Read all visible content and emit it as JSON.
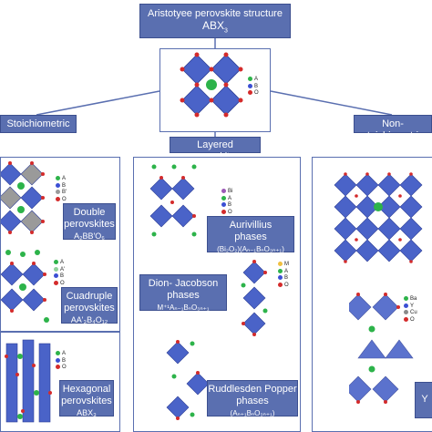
{
  "title": {
    "line1": "Aristotyee perovskite structure",
    "line2": "ABX",
    "line2_sub": "3"
  },
  "categories": {
    "stoichiometric": "Stoichiometric",
    "layered": "Layered perovskites",
    "non_stoichiometric": "Non-stoichiometric"
  },
  "top_legend": [
    {
      "label": "A",
      "color": "#2db34a"
    },
    {
      "label": "B",
      "color": "#3b4fd4"
    },
    {
      "label": "O",
      "color": "#d42b2b"
    }
  ],
  "boxes": {
    "double": {
      "l1": "Double",
      "l2": "perovskites",
      "l3": "A₂BB'O₆"
    },
    "quadruple": {
      "l1": "Cuadruple",
      "l2": "perovskites",
      "l3": "AA'₃B₄O₁₂"
    },
    "hexagonal": {
      "l1": "Hexagonal",
      "l2": "perovskites",
      "l3": "ABX₃"
    },
    "aurivillius": {
      "l1": "Aurivillius",
      "l2": "phases",
      "l3": "(Bi₂O₂)(Aₙ₋₁BₙO₃ₙ₊₁)"
    },
    "dion": {
      "l1": "Dion- Jacobson",
      "l2": "phases",
      "l3": "M⁺¹Aₙ₋₁BₙO₃ₙ₊₁"
    },
    "ruddlesden": {
      "l1": "Ruddlesden Popper",
      "l2": "phases",
      "l3": "(Aₙ₊₁BₙO₃ₙ₊₁)"
    },
    "nonstoich": {
      "l1": "Y"
    }
  },
  "legends": {
    "double": [
      "A",
      "B",
      "B'",
      "O"
    ],
    "quadruple": [
      "A",
      "A'",
      "B",
      "O"
    ],
    "hexagonal": [
      "A",
      "B",
      "O"
    ],
    "aurivillius": [
      "Bi",
      "A",
      "B",
      "O"
    ],
    "dion": [
      "M",
      "A",
      "B",
      "O"
    ],
    "nonstoich": [
      "Ba",
      "Y",
      "Cu",
      "O"
    ]
  },
  "colors": {
    "accent": "#5a6fb0",
    "octahedron": "#4a63c8",
    "octahedron_dark": "#2e3f96",
    "A_site": "#2db34a",
    "O_site": "#d42b2b"
  }
}
